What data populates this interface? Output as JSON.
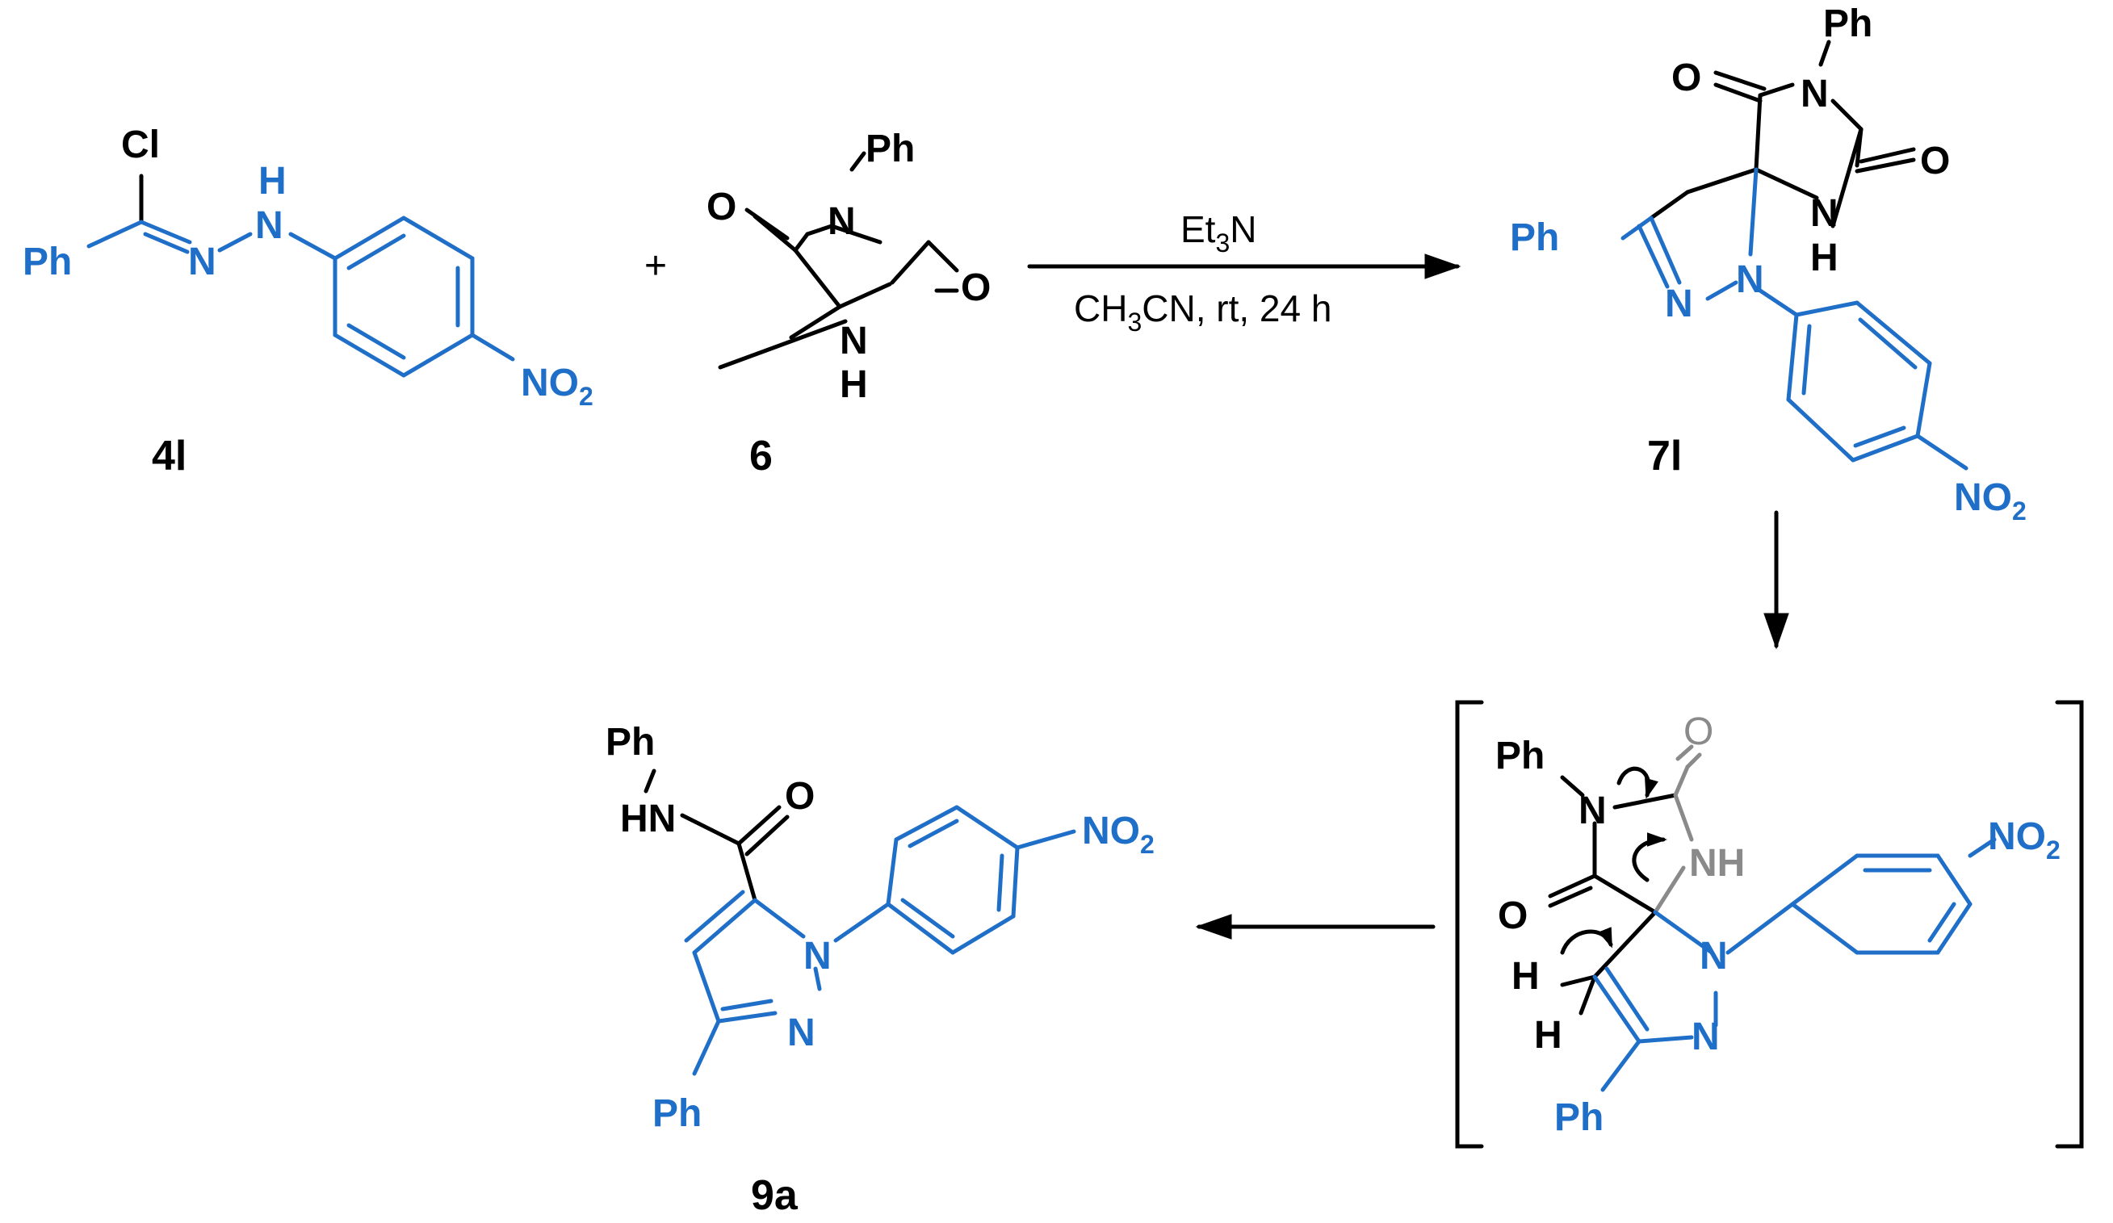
{
  "colors": {
    "black": "#000000",
    "blue": "#1f6fc8",
    "gray": "#8a8a8a"
  },
  "plus": "+",
  "compounds": {
    "c4l": {
      "label": "4l",
      "cl": "Cl",
      "ph": "Ph",
      "n": "N",
      "h": "H",
      "no2": "NO",
      "no2_sub": "2"
    },
    "c6": {
      "label": "6",
      "ph": "Ph",
      "o1": "O",
      "o2": "O",
      "n": "N",
      "nh_n": "N",
      "nh_h": "H"
    },
    "c7l": {
      "label": "7l",
      "ph_top": "Ph",
      "ph_left": "Ph",
      "o1": "O",
      "o2": "O",
      "n_top": "N",
      "nh_n": "N",
      "nh_h": "H",
      "n1": "N",
      "n2": "N",
      "no2": "NO",
      "no2_sub": "2"
    },
    "intermediate": {
      "ph": "Ph",
      "n": "N",
      "o_top": "O",
      "nh": "NH",
      "o_left": "O",
      "h1": "H",
      "h2": "H",
      "n1": "N",
      "n2": "N",
      "ph_bottom": "Ph",
      "no2": "NO",
      "no2_sub": "2"
    },
    "c9a": {
      "label": "9a",
      "ph_top": "Ph",
      "hn": "HN",
      "o": "O",
      "n1": "N",
      "n2": "N",
      "ph_bottom": "Ph",
      "no2": "NO",
      "no2_sub": "2"
    }
  },
  "conditions": {
    "reagent_main": "Et",
    "reagent_sub": "3",
    "reagent_tail": "N",
    "solvent_a": "CH",
    "solvent_sub": "3",
    "solvent_tail": "CN, rt, 24 h"
  }
}
